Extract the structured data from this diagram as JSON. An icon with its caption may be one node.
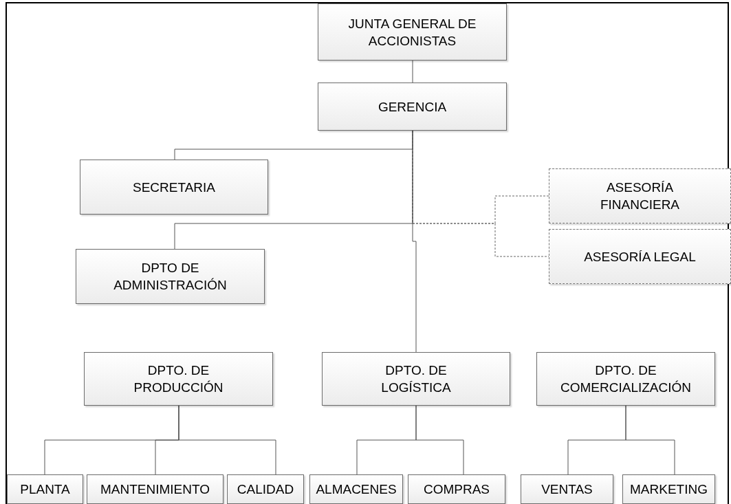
{
  "diagram": {
    "nodes": [
      {
        "text": [
          "JUNTA GENERAL DE ACCIONISTAS"
        ]
      },
      {
        "text": [
          "GERENCIA"
        ]
      },
      {
        "text": [
          "SECRETARIA"
        ]
      },
      {
        "text": [
          "ASESORÍA FINANCIERA"
        ]
      },
      {
        "text": [
          "ASESORÍA LEGAL"
        ]
      },
      {
        "text": [
          "DPTO DE ADMINISTRACIÓN"
        ]
      },
      {
        "text": [
          "DPTO. DE PRODUCCIÓN"
        ]
      },
      {
        "text": [
          "DPTO. DE LOGÍSTICA"
        ]
      },
      {
        "text": [
          "DPTO. DE COMERCIALIZACIÓN"
        ]
      },
      {
        "text": [
          "PLANTA"
        ]
      },
      {
        "text": [
          "MANTENIMIENTO"
        ]
      },
      {
        "text": [
          "CALIDAD"
        ]
      },
      {
        "text": [
          "ALMACENES"
        ]
      },
      {
        "text": [
          "COMPRAS"
        ]
      },
      {
        "text": [
          "VENTAS"
        ]
      },
      {
        "text": [
          "MARKETING"
        ]
      }
    ],
    "edges": [
      {
        "from": 0,
        "to": 1,
        "arrow": "none"
      },
      {
        "from": 1,
        "to": 2,
        "arrow": "none"
      },
      {
        "from": 1,
        "to": 5,
        "arrow": "none"
      },
      {
        "from": 1,
        "to": 3,
        "arrow": "none",
        "style": "dashed"
      },
      {
        "from": 1,
        "to": 4,
        "arrow": "none",
        "style": "dashed"
      },
      {
        "from": 1,
        "to": 7,
        "arrow": "none"
      },
      {
        "from": 6,
        "to": 9,
        "arrow": "none"
      },
      {
        "from": 6,
        "to": 10,
        "arrow": "none"
      },
      {
        "from": 6,
        "to": 11,
        "arrow": "none"
      },
      {
        "from": 7,
        "to": 12,
        "arrow": "none"
      },
      {
        "from": 7,
        "to": 13,
        "arrow": "none"
      },
      {
        "from": 8,
        "to": 14,
        "arrow": "none"
      },
      {
        "from": 8,
        "to": 15,
        "arrow": "none"
      }
    ]
  }
}
